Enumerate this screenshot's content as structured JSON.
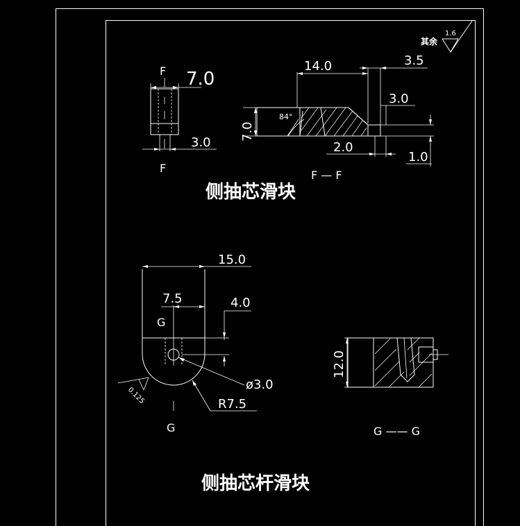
{
  "surface_note": {
    "label": "其余",
    "roughness": "1.6"
  },
  "slider": {
    "title": "侧抽芯滑块",
    "section_letter": "F",
    "section_label": "F — F",
    "dims": {
      "top_width": "7.0",
      "bottom_width": "3.0",
      "length_14": "14.0",
      "step_35": "3.5",
      "height_7": "7.0",
      "step_30": "3.0",
      "bottom_20": "2.0",
      "bottom_10": "1.0",
      "angle": "84°"
    }
  },
  "rod_slider": {
    "title": "侧抽芯杆滑块",
    "section_letter": "G",
    "section_label": "G —— G",
    "dims": {
      "width_15": "15.0",
      "half_75": "7.5",
      "depth_40": "4.0",
      "hole": "ø3.0",
      "radius": "R7.5",
      "height_12": "12.0",
      "roughness_small": "0.125"
    }
  }
}
